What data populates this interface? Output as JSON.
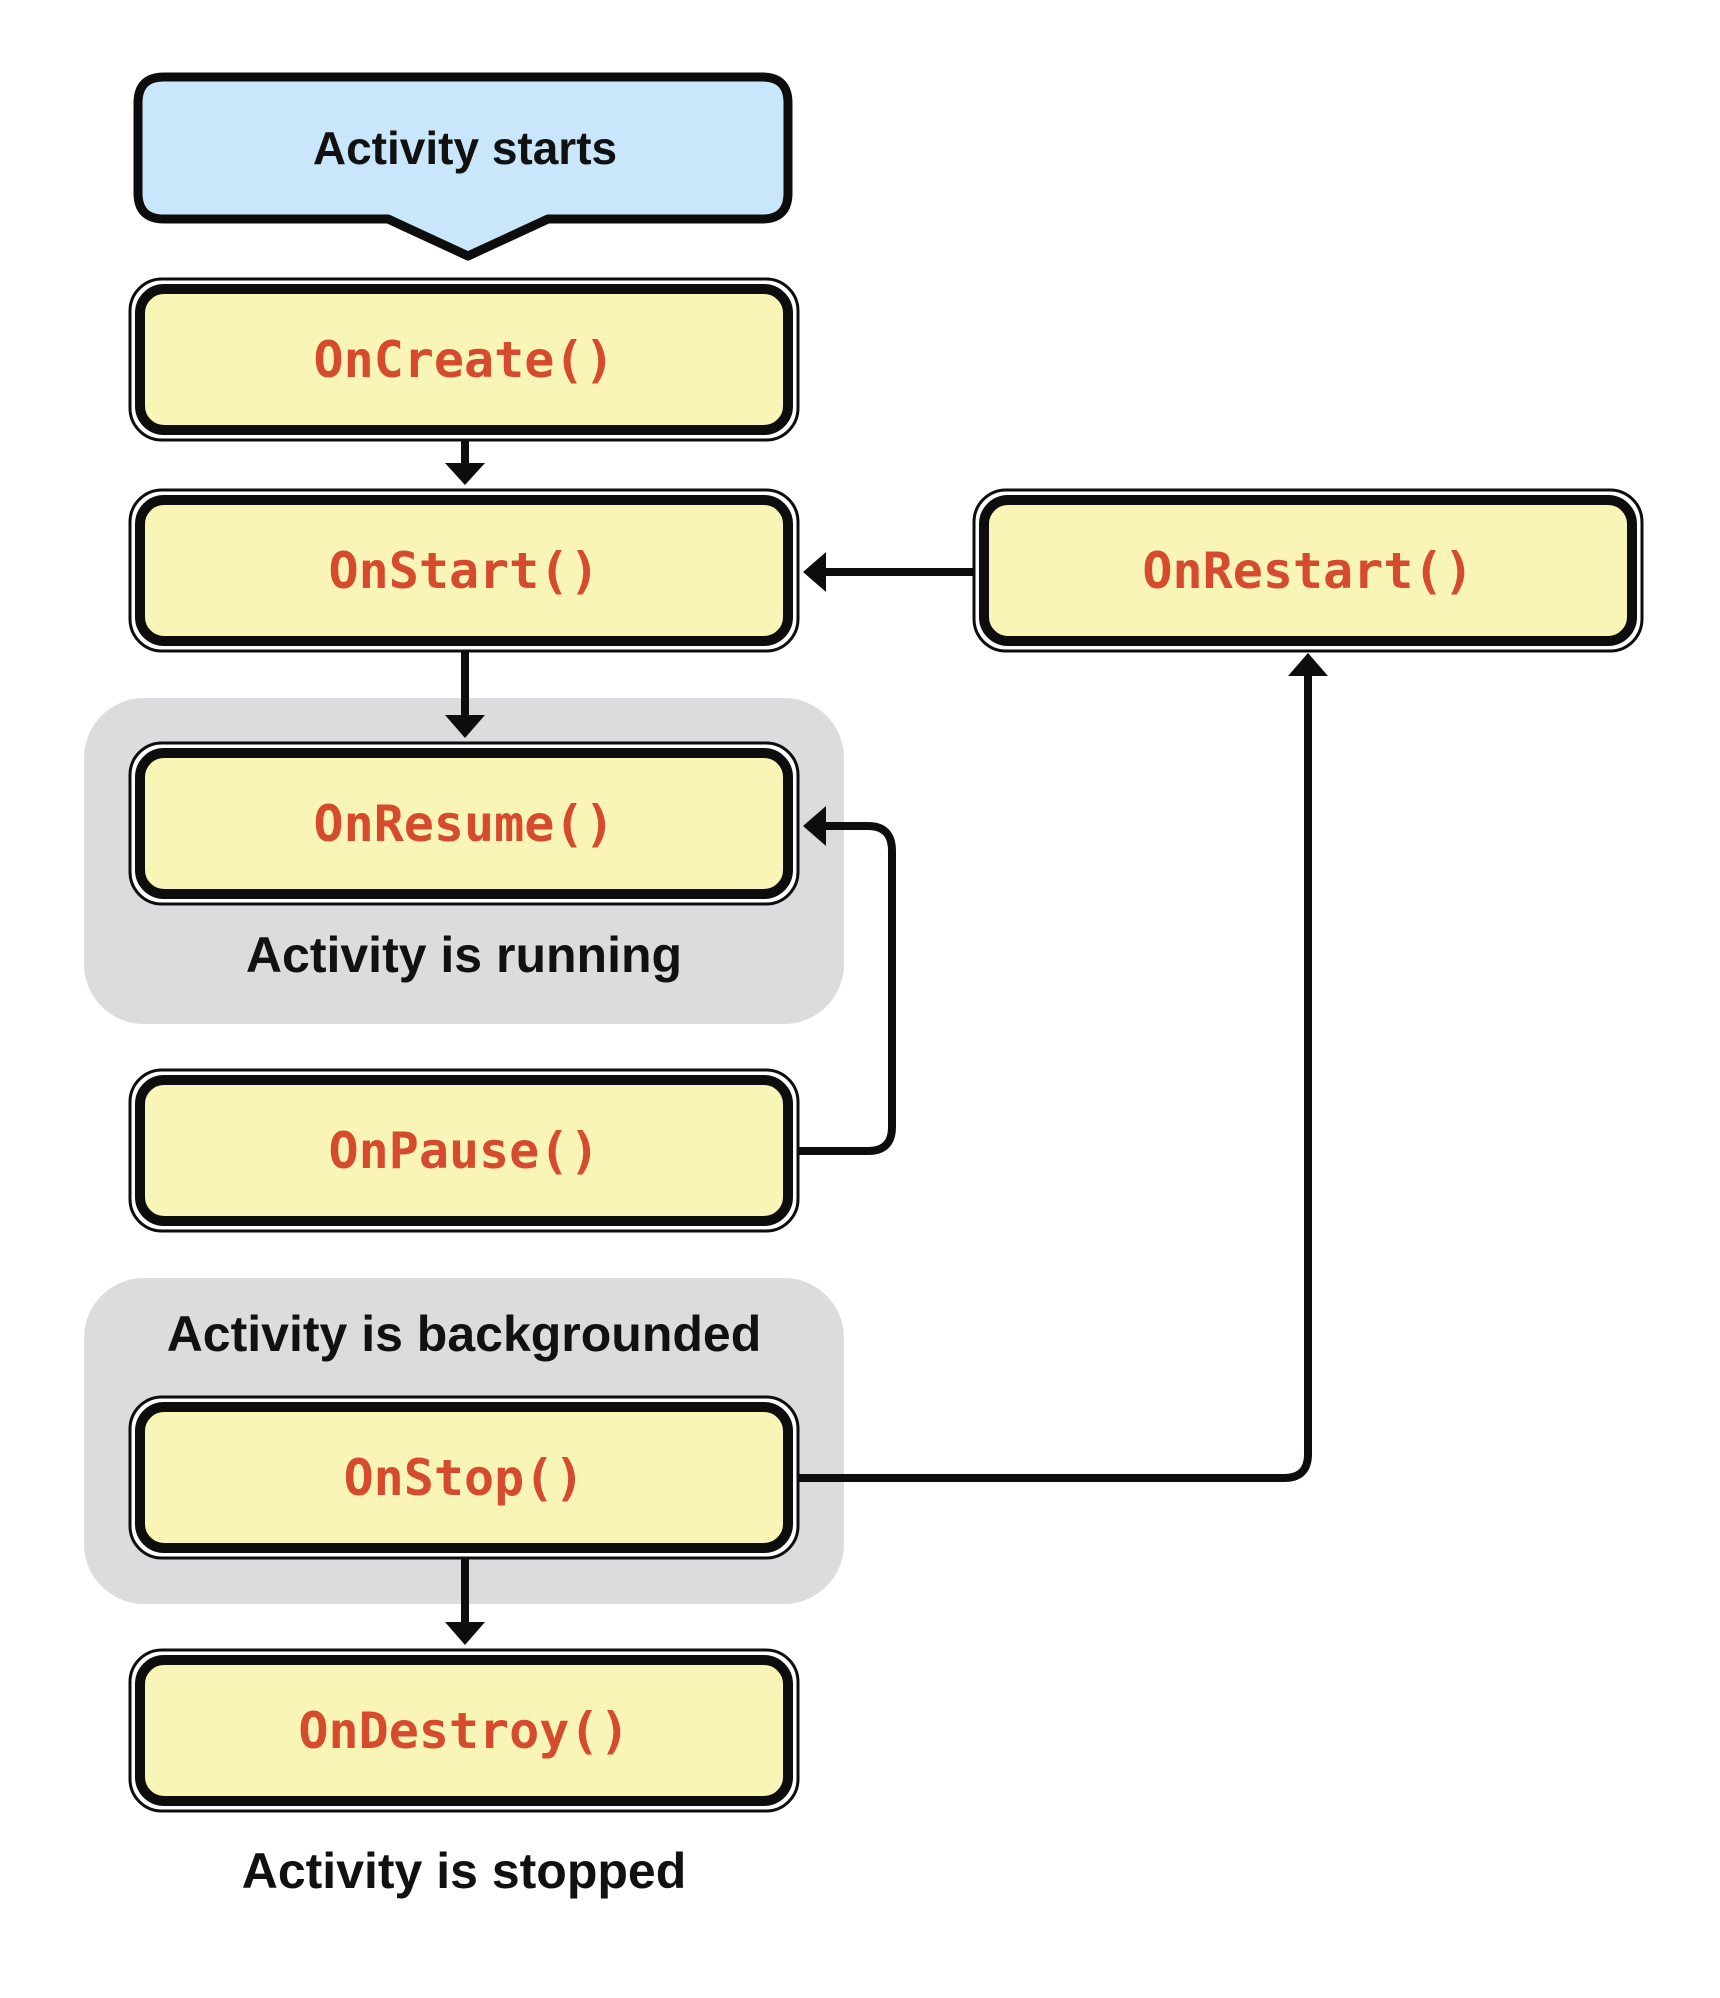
{
  "start": {
    "label": "Activity starts"
  },
  "methods": {
    "create": "OnCreate()",
    "start": "OnStart()",
    "restart": "OnRestart()",
    "resume": "OnResume()",
    "pause": "OnPause()",
    "stop": "OnStop()",
    "destroy": "OnDestroy()"
  },
  "states": {
    "running": "Activity is running",
    "backgrounded": "Activity is backgrounded",
    "stopped": "Activity is stopped"
  },
  "colors": {
    "start_fill": "#c9e6fb",
    "method_fill": "#f9f5b6",
    "method_text": "#d64a2e",
    "state_group_fill": "#dcdbdd",
    "outline": "#0d0d0d"
  }
}
